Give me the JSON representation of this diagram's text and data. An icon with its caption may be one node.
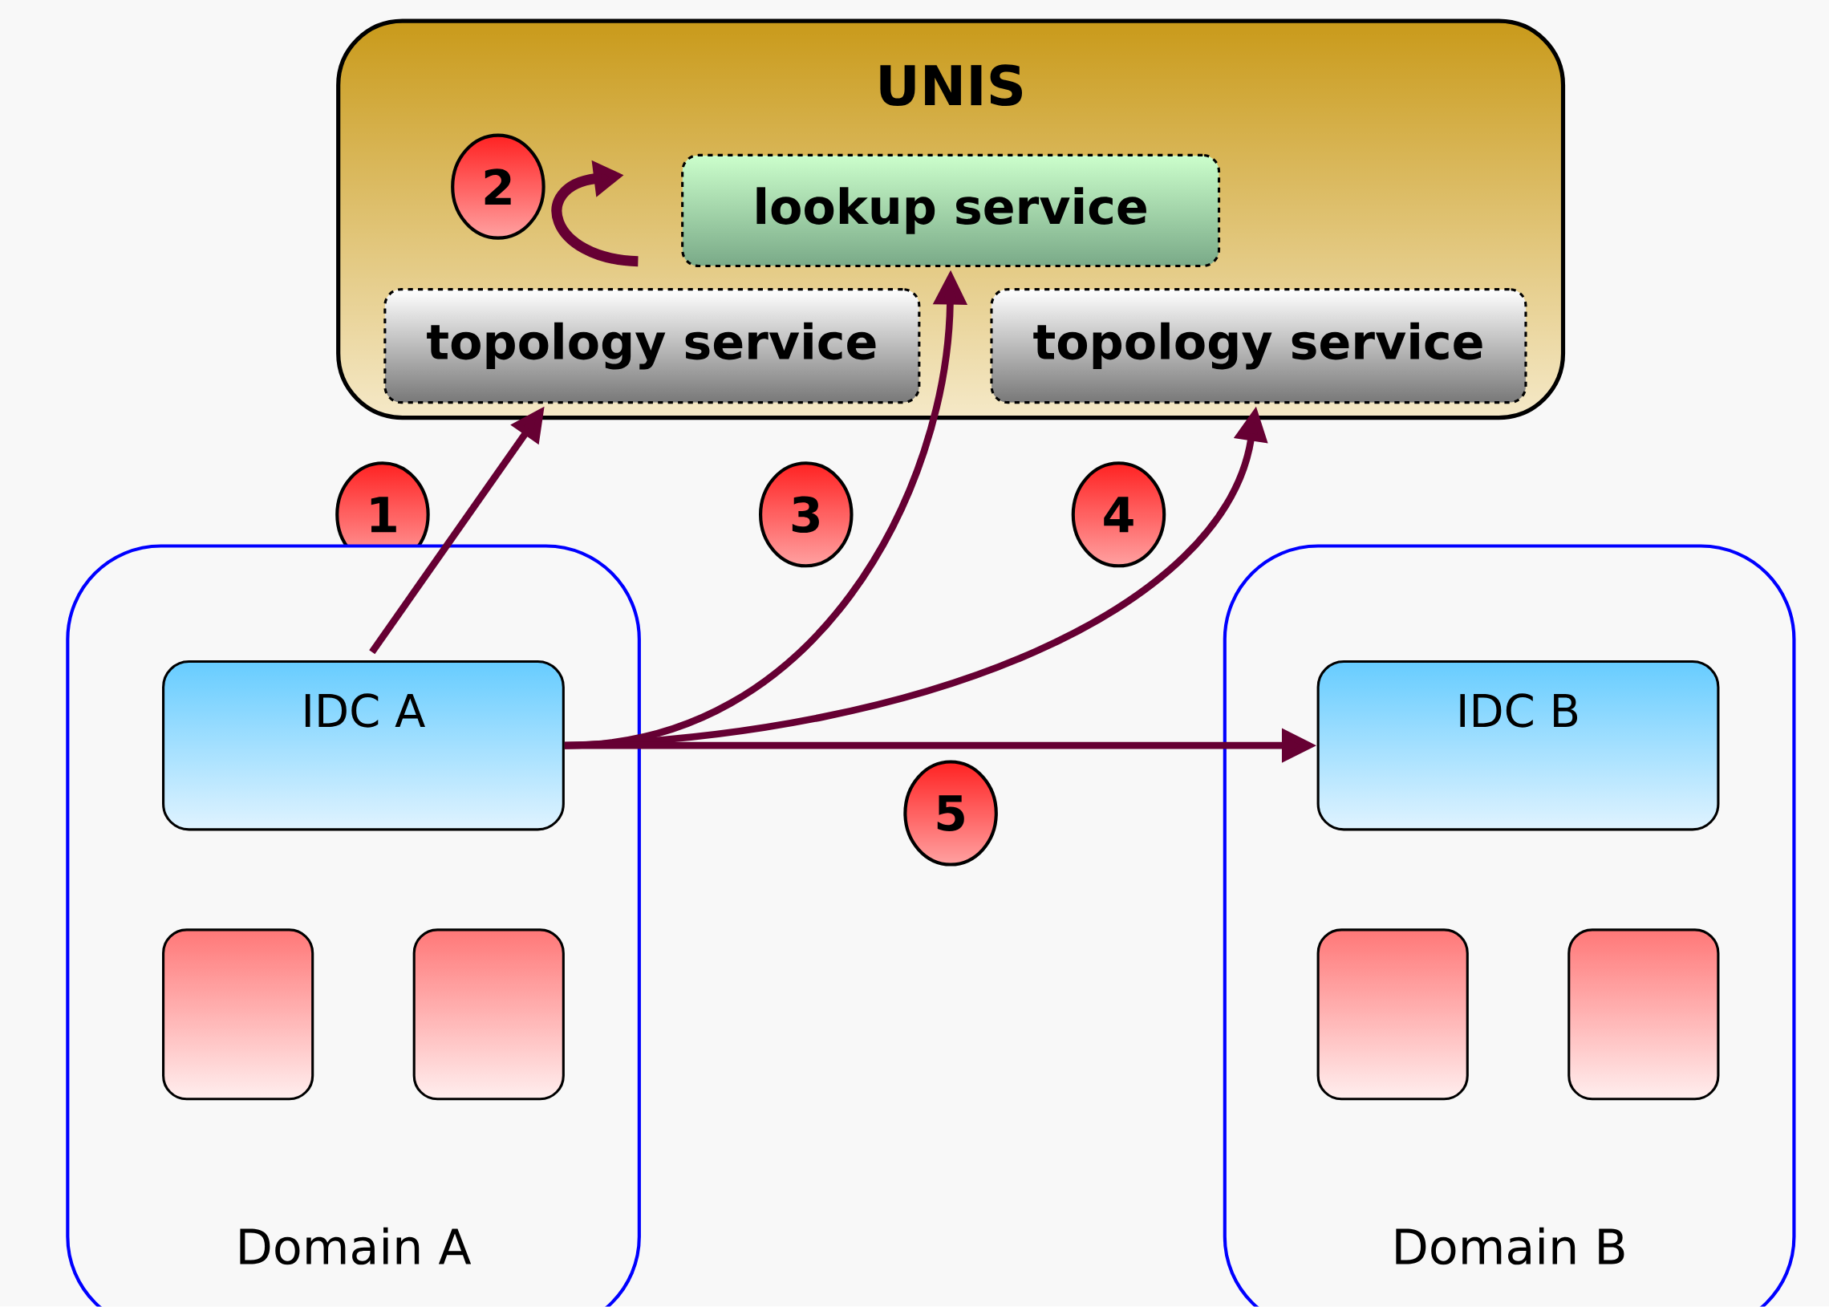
{
  "diagram": {
    "nodes": [
      {
        "text": [
          "UNIS"
        ]
      },
      {
        "text": [
          "2"
        ],
        "in": 0
      },
      {
        "text": [
          "lookup service"
        ],
        "in": 0
      },
      {
        "text": [
          "topology service"
        ],
        "in": 0
      },
      {
        "text": [
          "topology service"
        ],
        "in": 0
      },
      {
        "text": [
          "1"
        ]
      },
      {
        "text": [
          "3"
        ]
      },
      {
        "text": [
          "4"
        ]
      },
      {
        "text": [
          "Domain A"
        ]
      },
      {
        "text": [
          "IDC A"
        ],
        "in": 8
      },
      {
        "text": [],
        "shape": "box",
        "in": 8
      },
      {
        "text": [],
        "shape": "box",
        "in": 8
      },
      {
        "text": [
          "5"
        ]
      },
      {
        "text": [
          "Domain B"
        ]
      },
      {
        "text": [
          "IDC B"
        ],
        "in": 13
      },
      {
        "text": [],
        "shape": "box",
        "in": 13
      },
      {
        "text": [],
        "shape": "box",
        "in": 13
      }
    ],
    "edges": [
      {
        "from": 9,
        "to": 3,
        "arrow": "to"
      },
      {
        "from": 9,
        "to": 2,
        "arrow": "to"
      },
      {
        "from": 9,
        "to": 4,
        "arrow": "to"
      },
      {
        "from": 9,
        "to": 14,
        "arrow": "to"
      }
    ]
  }
}
